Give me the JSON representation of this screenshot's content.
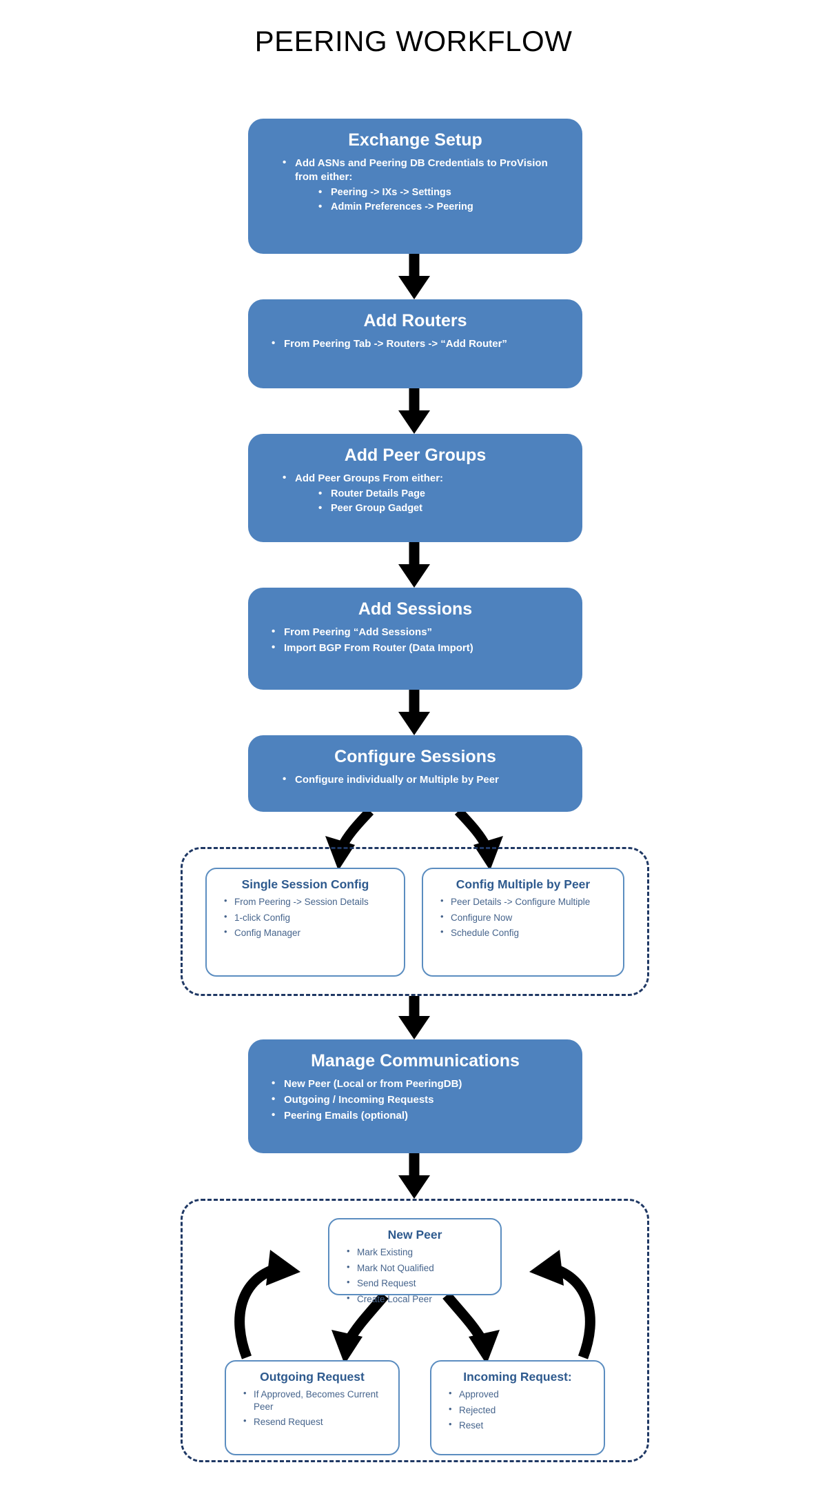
{
  "title": "PEERING WORKFLOW",
  "colors": {
    "box_fill": "#4E82BE",
    "box_text": "#FFFFFF",
    "subbox_border": "#5B8DC0",
    "subbox_title": "#2E5A8E",
    "subbox_text": "#46648C",
    "dashed_border": "#1F3864",
    "arrow": "#000000",
    "background": "#FFFFFF"
  },
  "steps": {
    "exchange_setup": {
      "title": "Exchange Setup",
      "bullets": [
        "Add ASNs and Peering DB Credentials to ProVision from either:"
      ],
      "subbullets": [
        "Peering -> IXs -> Settings",
        "Admin Preferences -> Peering"
      ]
    },
    "add_routers": {
      "title": "Add Routers",
      "bullets": [
        "From Peering Tab -> Routers -> “Add Router”"
      ]
    },
    "add_peer_groups": {
      "title": "Add Peer Groups",
      "bullets": [
        "Add Peer Groups From either:"
      ],
      "subbullets": [
        "Router Details Page",
        "Peer Group Gadget"
      ]
    },
    "add_sessions": {
      "title": "Add Sessions",
      "bullets": [
        "From  Peering “Add Sessions”",
        "Import BGP From Router (Data Import)"
      ]
    },
    "configure_sessions": {
      "title": "Configure Sessions",
      "bullets": [
        "Configure individually or Multiple by Peer"
      ]
    },
    "manage_communications": {
      "title": "Manage Communications",
      "bullets": [
        "New Peer (Local or from PeeringDB)",
        "Outgoing / Incoming Requests",
        "Peering Emails (optional)"
      ]
    }
  },
  "config_group": {
    "single_session_config": {
      "title": "Single Session Config",
      "bullets": [
        "From Peering -> Session Details",
        "1-click Config",
        "Config Manager"
      ]
    },
    "config_multiple_by_peer": {
      "title": "Config Multiple by Peer",
      "bullets": [
        "Peer Details -> Configure Multiple",
        "Configure Now",
        "Schedule Config"
      ]
    }
  },
  "communications_group": {
    "new_peer": {
      "title": "New Peer",
      "bullets": [
        "Mark Existing",
        "Mark Not Qualified",
        "Send Request",
        "Create Local Peer"
      ]
    },
    "outgoing_request": {
      "title": "Outgoing Request",
      "bullets": [
        "If Approved, Becomes Current Peer",
        "Resend Request"
      ]
    },
    "incoming_request": {
      "title": "Incoming Request:",
      "bullets": [
        "Approved",
        "Rejected",
        "Reset"
      ]
    }
  },
  "chart_data": {
    "type": "diagram",
    "title": "PEERING WORKFLOW",
    "diagram_kind": "flowchart",
    "orientation": "top-to-bottom",
    "nodes": [
      {
        "id": "exchange_setup",
        "label": "Exchange Setup",
        "style": "blue-rounded"
      },
      {
        "id": "add_routers",
        "label": "Add Routers",
        "style": "blue-rounded"
      },
      {
        "id": "add_peer_groups",
        "label": "Add Peer Groups",
        "style": "blue-rounded"
      },
      {
        "id": "add_sessions",
        "label": "Add Sessions",
        "style": "blue-rounded"
      },
      {
        "id": "configure_sessions",
        "label": "Configure Sessions",
        "style": "blue-rounded"
      },
      {
        "id": "single_session_config",
        "label": "Single Session Config",
        "style": "white-rounded"
      },
      {
        "id": "config_multiple_by_peer",
        "label": "Config Multiple by Peer",
        "style": "white-rounded"
      },
      {
        "id": "manage_communications",
        "label": "Manage Communications",
        "style": "blue-rounded"
      },
      {
        "id": "new_peer",
        "label": "New Peer",
        "style": "white-rounded"
      },
      {
        "id": "outgoing_request",
        "label": "Outgoing Request",
        "style": "white-rounded"
      },
      {
        "id": "incoming_request",
        "label": "Incoming Request:",
        "style": "white-rounded"
      }
    ],
    "edges": [
      {
        "from": "exchange_setup",
        "to": "add_routers",
        "kind": "straight-down"
      },
      {
        "from": "add_routers",
        "to": "add_peer_groups",
        "kind": "straight-down"
      },
      {
        "from": "add_peer_groups",
        "to": "add_sessions",
        "kind": "straight-down"
      },
      {
        "from": "add_sessions",
        "to": "configure_sessions",
        "kind": "straight-down"
      },
      {
        "from": "configure_sessions",
        "to": "single_session_config",
        "kind": "curved"
      },
      {
        "from": "configure_sessions",
        "to": "config_multiple_by_peer",
        "kind": "curved"
      },
      {
        "from": "config_group",
        "to": "manage_communications",
        "kind": "straight-down"
      },
      {
        "from": "manage_communications",
        "to": "communications_group",
        "kind": "straight-down"
      },
      {
        "from": "new_peer",
        "to": "outgoing_request",
        "kind": "curved"
      },
      {
        "from": "outgoing_request",
        "to": "new_peer",
        "kind": "curved"
      },
      {
        "from": "new_peer",
        "to": "incoming_request",
        "kind": "curved"
      },
      {
        "from": "incoming_request",
        "to": "new_peer",
        "kind": "curved"
      }
    ],
    "groups": [
      {
        "id": "config_group",
        "members": [
          "single_session_config",
          "config_multiple_by_peer"
        ],
        "style": "dashed"
      },
      {
        "id": "communications_group",
        "members": [
          "new_peer",
          "outgoing_request",
          "incoming_request"
        ],
        "style": "dashed"
      }
    ]
  }
}
